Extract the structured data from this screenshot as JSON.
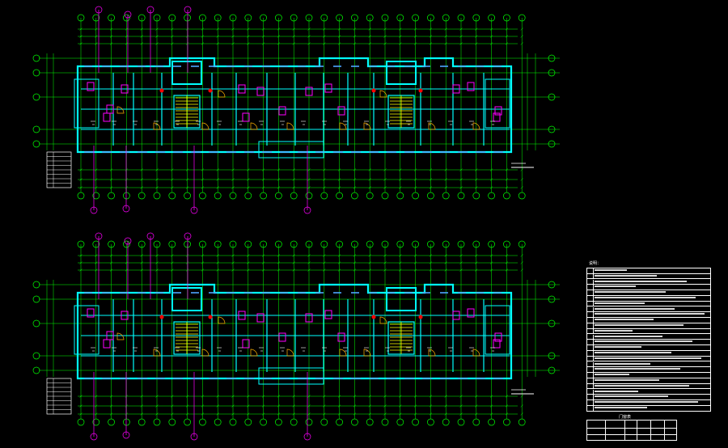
{
  "drawing": {
    "colors": {
      "background": "#000000",
      "grid_line": "#00ff00",
      "wall": "#00ffff",
      "window": "#4da6ff",
      "furniture": "#ff00ff",
      "annotation": "#ffffff",
      "stair": "#ffff00",
      "door": "#ffb000",
      "marker": "#ff0000"
    },
    "plans": [
      {
        "id": "upper-floor-plan"
      },
      {
        "id": "lower-floor-plan"
      }
    ],
    "notes_table": {
      "title": "说明：",
      "row_count": 26
    },
    "schedule_table": {
      "title": "门窗表"
    }
  }
}
